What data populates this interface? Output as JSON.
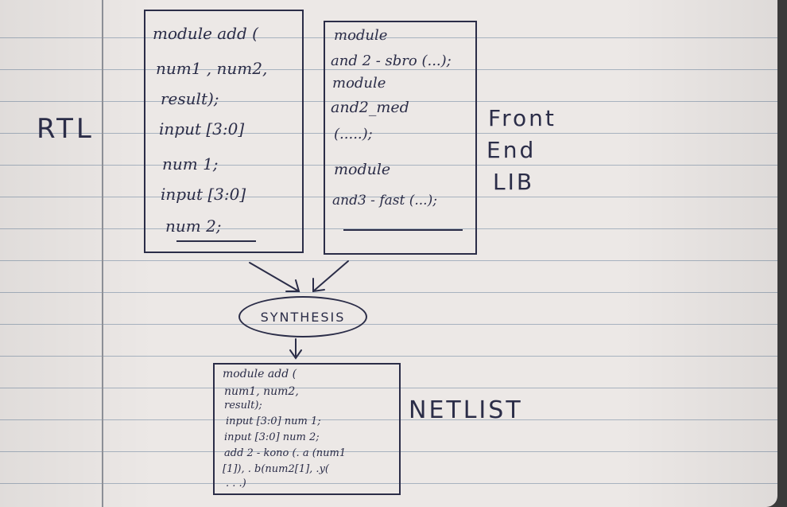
{
  "rtl_label": "RTL",
  "frontend_label": [
    "Front",
    "End",
    "LIB"
  ],
  "netlist_label": "NETLIST",
  "synthesis_label": "SYNTHESIS",
  "rtl_box": [
    "module add (",
    "num1 , num2,",
    "result);",
    "input [3:0]",
    "num 1;",
    "input [3:0]",
    "num 2;"
  ],
  "lib_box": [
    "module",
    "and 2 - sbro (...);",
    "module",
    "and2_med",
    "(.....);",
    "module",
    "and3 - fast (...);"
  ],
  "netlist_box": [
    "module add (",
    "num1, num2,",
    "result);",
    "input [3:0] num 1;",
    "input [3:0] num 2;",
    "add 2 - kono (. a (num1",
    "[1]), . b(num2[1], .y(",
    ". . .)"
  ]
}
